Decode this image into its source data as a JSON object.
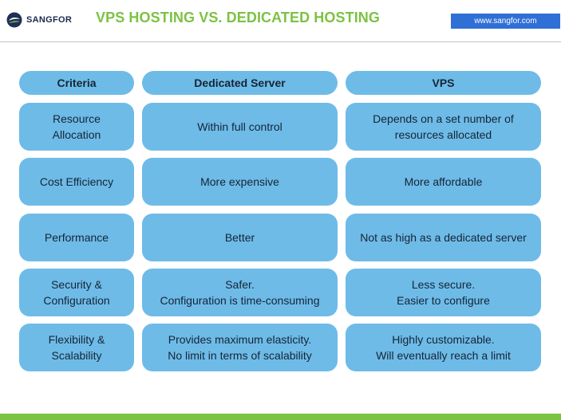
{
  "header": {
    "brand": "SANGFOR",
    "title": "VPS HOSTING VS. DEDICATED HOSTING",
    "url": "www.sangfor.com"
  },
  "table": {
    "columns": [
      "Criteria",
      "Dedicated Server",
      "VPS"
    ],
    "rows": [
      {
        "criteria": [
          "Resource",
          "Allocation"
        ],
        "dedicated": [
          "Within full control"
        ],
        "vps": [
          "Depends on a set number of",
          "resources allocated"
        ]
      },
      {
        "criteria": [
          "Cost Efficiency"
        ],
        "dedicated": [
          "More expensive"
        ],
        "vps": [
          "More affordable"
        ]
      },
      {
        "criteria": [
          "Performance"
        ],
        "dedicated": [
          "Better"
        ],
        "vps": [
          "Not as high as a dedicated server"
        ]
      },
      {
        "criteria": [
          "Security &",
          "Configuration"
        ],
        "dedicated": [
          "Safer.",
          "Configuration is time-consuming"
        ],
        "vps": [
          "Less secure.",
          "Easier to configure"
        ]
      },
      {
        "criteria": [
          "Flexibility &",
          "Scalability"
        ],
        "dedicated": [
          "Provides maximum elasticity.",
          "No limit in terms of scalability"
        ],
        "vps": [
          "Highly customizable.",
          "Will eventually reach a limit"
        ]
      }
    ]
  },
  "colors": {
    "title": "#7cc243",
    "cell": "#6ebbe8",
    "url_box": "#2f6fd6",
    "bottom_bar": "#7cc243"
  },
  "icons": {
    "logo": "sangfor-logo-icon"
  }
}
